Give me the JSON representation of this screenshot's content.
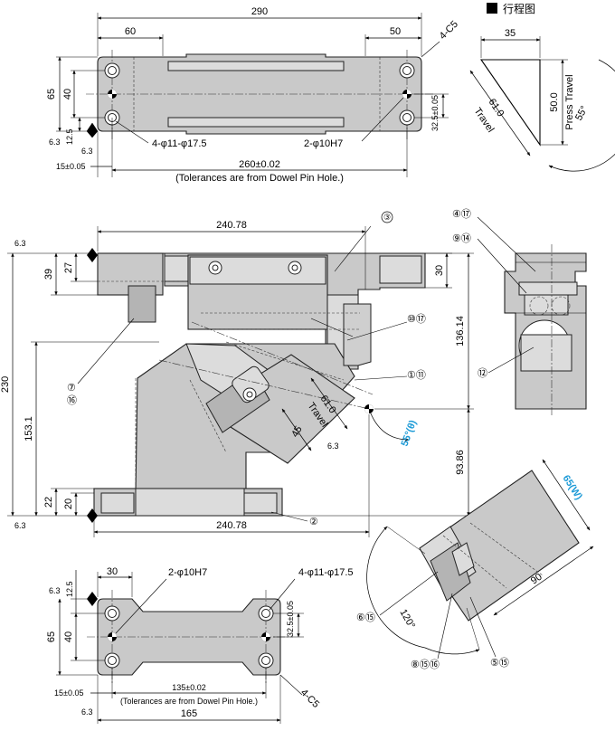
{
  "top_plan": {
    "total_length": "290",
    "left_offset": "60",
    "right_offset": "50",
    "chamfer": "4-C5",
    "height_overall": "65",
    "hole_spacing_v": "40",
    "edge_to_hole": "12.5",
    "roughness": "6.3",
    "left_edge_tol": "15±0.05",
    "right_hole_tol": "32.5±0.05",
    "bolt_holes": "4-φ11-φ17.5",
    "dowel_holes": "2-φ10H7",
    "dowel_span": "260±0.02",
    "tolerance_note": "(Tolerances are from Dowel Pin Hole.)"
  },
  "stroke_diagram": {
    "legend_title": "行程图",
    "width_dim": "35",
    "height_dim": "50.0",
    "travel_dim": "61.0",
    "travel_label": "Travel",
    "press_travel_label": "Press Travel",
    "angle": "55°"
  },
  "front_view": {
    "top_width": "240.78",
    "bottom_width": "240.78",
    "total_height": "230",
    "upper_h1": "39",
    "upper_h2": "27",
    "upper_right_h": "30",
    "right_upper_dim": "136.14",
    "right_lower_dim": "93.86",
    "lower_height": "153.1",
    "base_h1": "22",
    "base_h2": "20",
    "slide_travel": "61.0",
    "travel_label": "Travel",
    "slide_w": "45",
    "angle_label": "55°(θ)",
    "roughness": "6.3",
    "callouts": {
      "c2": "②",
      "c3": "③",
      "c7": "⑦",
      "c16": "⑯",
      "c10_17": "⑩⑰",
      "c1_11": "①⑪"
    }
  },
  "side_view": {
    "callouts": {
      "c4_17": "④⑰",
      "c9_14": "⑨⑭",
      "c12": "⑫"
    }
  },
  "detail_view": {
    "width_label": "65(W)",
    "depth": "90",
    "angle": "120°",
    "callouts": {
      "c6_15": "⑥⑮",
      "c8_15_16": "⑧⑮⑯",
      "c5_15": "⑤⑮"
    }
  },
  "bottom_plan": {
    "left_offset": "30",
    "dowel_holes": "2-φ10H7",
    "bolt_holes": "4-φ11-φ17.5",
    "edge_to_hole": "12.5",
    "height_overall": "65",
    "hole_spacing_v": "40",
    "right_hole_tol": "32.5±0.05",
    "left_edge_tol": "15±0.05",
    "dowel_span": "135±0.02",
    "tolerance_note": "(Tolerances are from Dowel Pin Hole.)",
    "total_length": "165",
    "chamfer": "4-C5",
    "roughness": "6.3"
  }
}
